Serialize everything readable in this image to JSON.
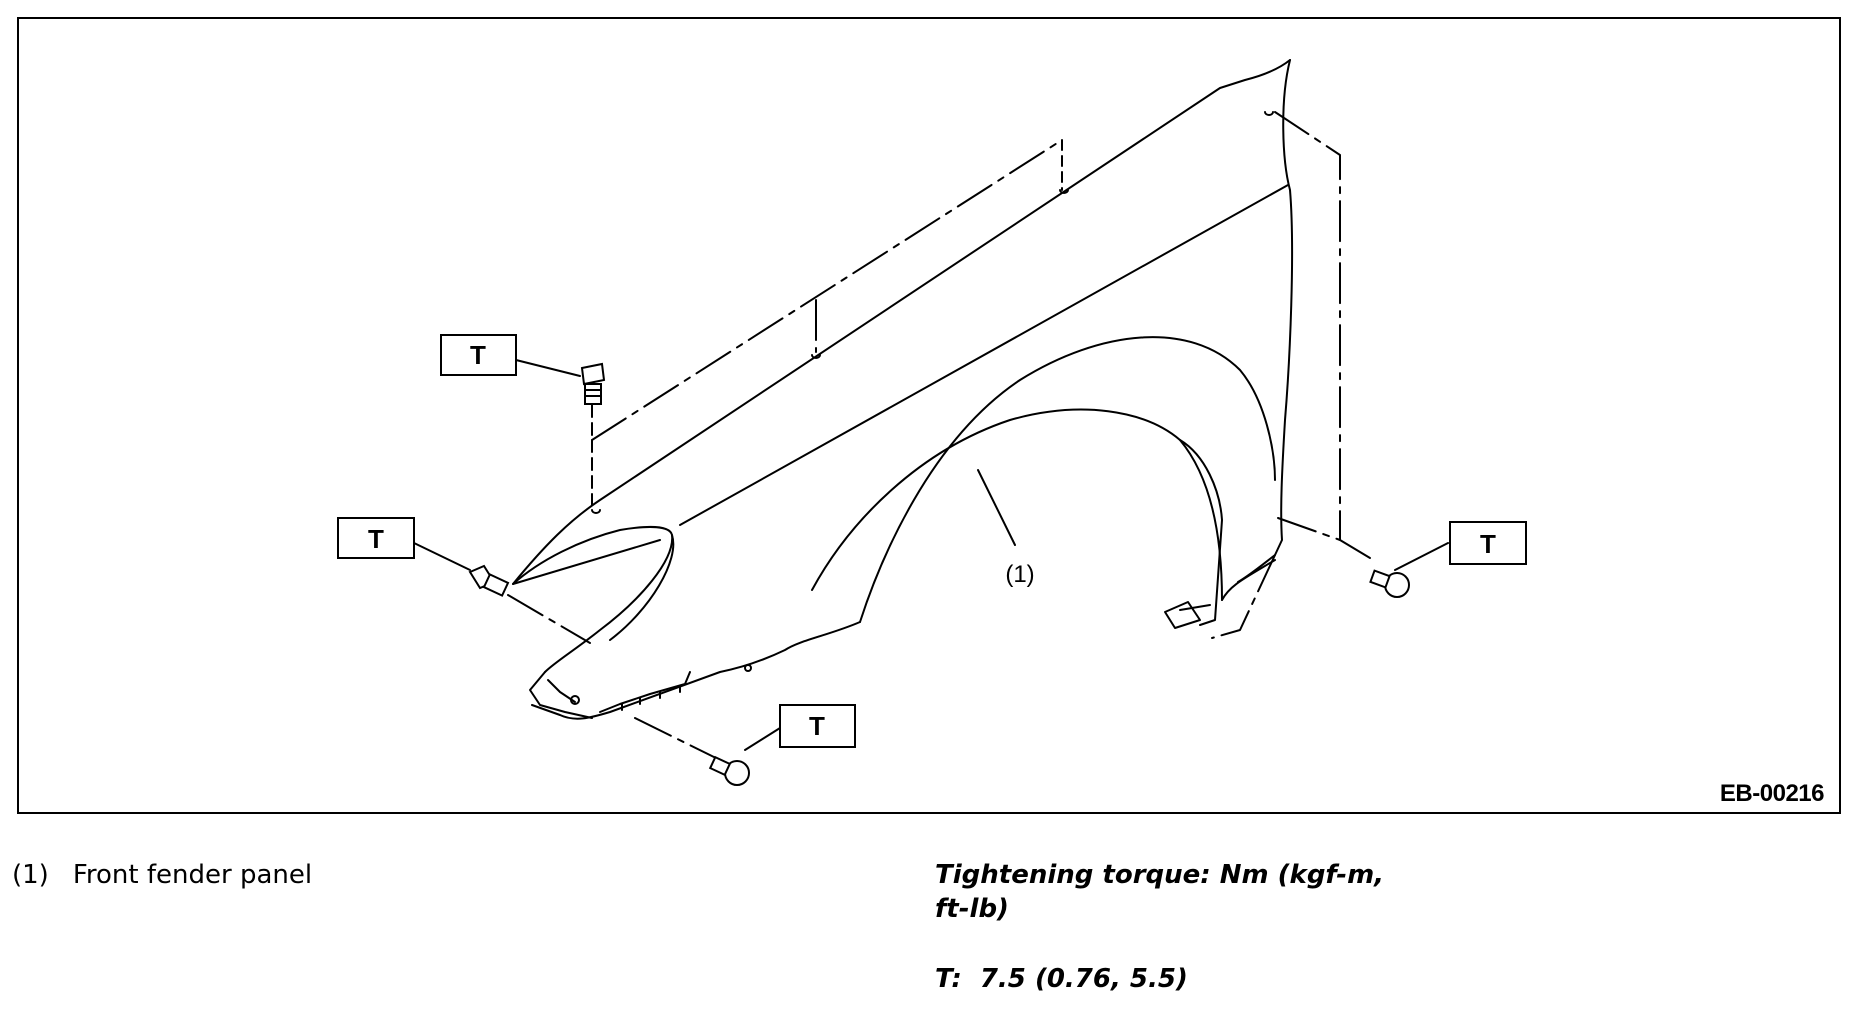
{
  "figure": {
    "id_code": "EB-00216",
    "part_callout": "(1)",
    "bolt_label": "T",
    "bolt_callouts": [
      "T",
      "T",
      "T",
      "T"
    ]
  },
  "legend": {
    "items": [
      {
        "num": "(1)",
        "label": "Front fender panel"
      }
    ]
  },
  "torque": {
    "heading": "Tightening torque: Nm (kgf-m, ft-lb)",
    "spec_key": "T:",
    "spec_value": "7.5 (0.76, 5.5)"
  }
}
